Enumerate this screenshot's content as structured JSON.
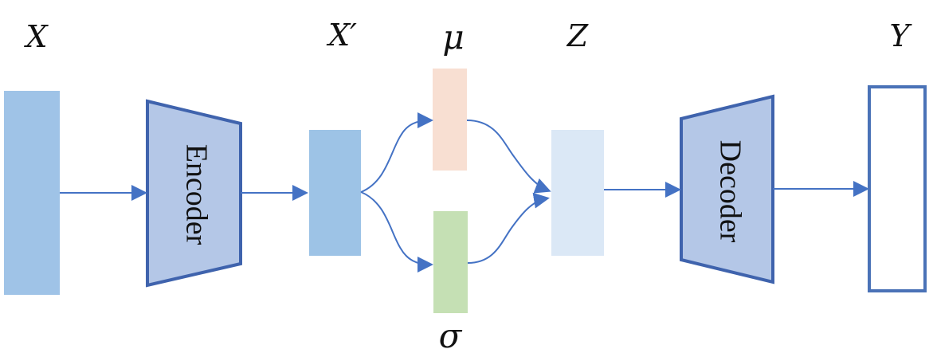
{
  "labels": {
    "x": "X",
    "x_prime": "X′",
    "mu": "μ",
    "z": "Z",
    "y": "Y",
    "sigma": "σ"
  },
  "blocks": {
    "encoder": "Encoder",
    "decoder": "Decoder"
  },
  "colors": {
    "input": "#9fc3e7",
    "encoder_fill": "#b4c7e7",
    "encoder_stroke": "#3f63ad",
    "latent_x_prime": "#9dc3e6",
    "mu": "#f8dfd2",
    "sigma": "#c5e0b4",
    "z": "#dbe8f6",
    "output_stroke": "#4a72b7",
    "arrow": "#4472c4"
  }
}
